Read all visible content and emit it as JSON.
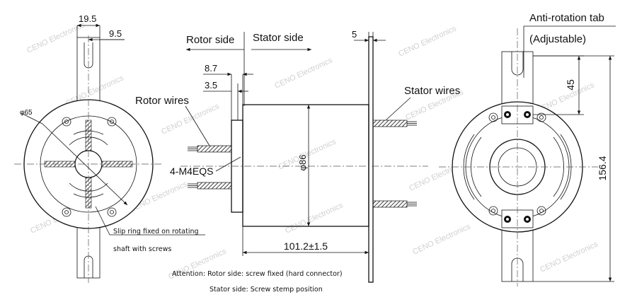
{
  "watermark": "CENO Electronics",
  "labels": {
    "anti_rotation_tab": "Anti-rotation tab",
    "adjustable": "(Adjustable)",
    "rotor_side": "Rotor side",
    "stator_side": "Stator side",
    "rotor_wires": "Rotor wires",
    "stator_wires": "Stator wires",
    "mount_screws": "4-M4EQS",
    "slip_ring_line1": "Slip ring fixed on rotating",
    "slip_ring_line2": "shaft with screws"
  },
  "dimensions": {
    "d_19_5": "19.5",
    "d_9_5": "9.5",
    "d_5": "5",
    "d_8_7": "8.7",
    "d_3_5": "3.5",
    "d_phi65": "φ65",
    "d_phi86": "φ86",
    "d_length": "101.2±1.5",
    "d_45": "45",
    "d_156_4": "156.4"
  },
  "notes": {
    "line1": "Attention: Rotor side: screw fixed (hard connector)",
    "line2": "Stator side: Screw stemp position"
  },
  "colors": {
    "line": "#111111",
    "watermark": "#d0d0d0",
    "background": "#ffffff"
  }
}
